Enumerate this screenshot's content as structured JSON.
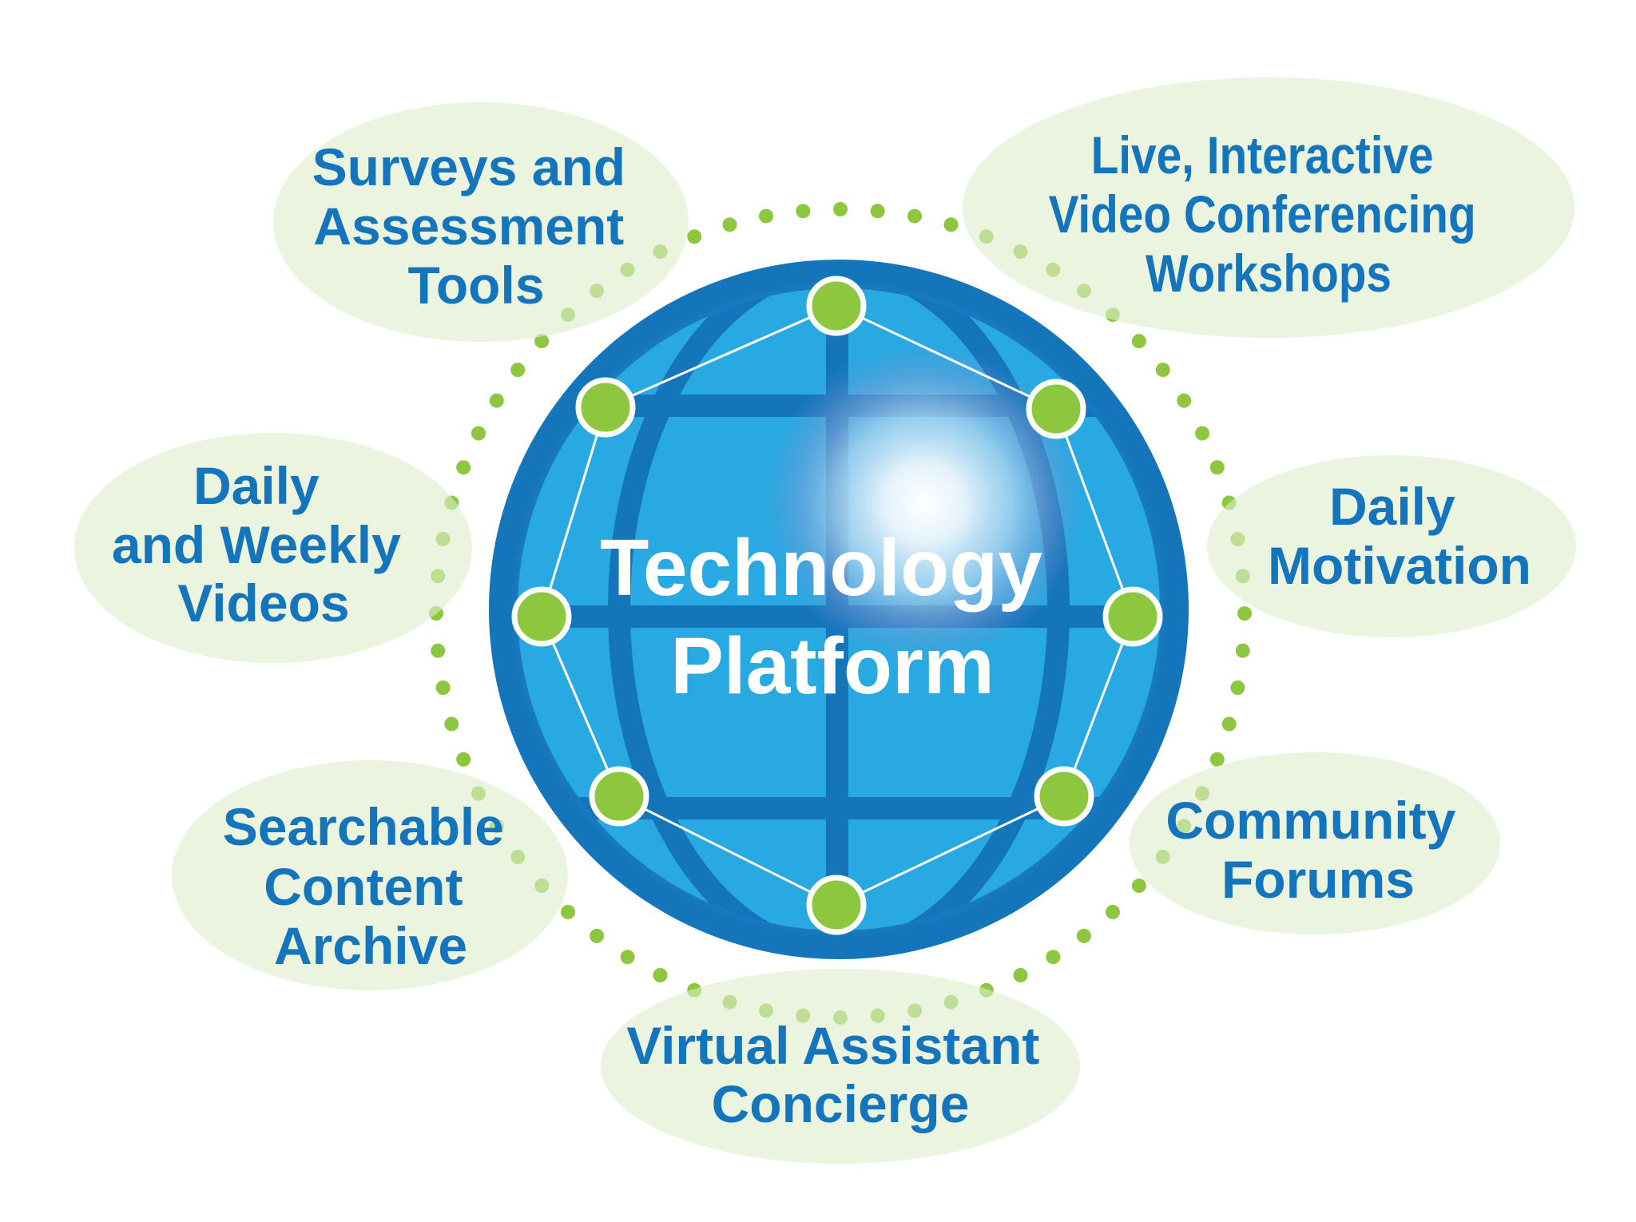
{
  "diagram": {
    "title": "Technology Platform",
    "center": {
      "line1": "Technology",
      "line2": "Platform"
    },
    "colors": {
      "text_blue": "#1474BC",
      "globe_dark": "#1475BB",
      "globe_light": "#29A9E1",
      "node_green": "#8DC63F",
      "dot_green": "#8DC63F",
      "bubble_fill": "#EBF3E0",
      "white": "#FFFFFF"
    },
    "bubbles": [
      {
        "id": "surveys",
        "lines": [
          "Surveys and",
          "Assessment",
          "Tools"
        ]
      },
      {
        "id": "live-video",
        "lines": [
          "Live, Interactive",
          "Video Conferencing",
          "Workshops"
        ]
      },
      {
        "id": "daily-weekly-videos",
        "lines": [
          "Daily",
          "and Weekly",
          "Videos"
        ]
      },
      {
        "id": "daily-motivation",
        "lines": [
          "Daily",
          "Motivation"
        ]
      },
      {
        "id": "searchable-archive",
        "lines": [
          "Searchable",
          "Content",
          "Archive"
        ]
      },
      {
        "id": "community-forums",
        "lines": [
          "Community",
          "Forums"
        ]
      },
      {
        "id": "virtual-assistant",
        "lines": [
          "Virtual Assistant",
          "Concierge"
        ]
      }
    ]
  }
}
